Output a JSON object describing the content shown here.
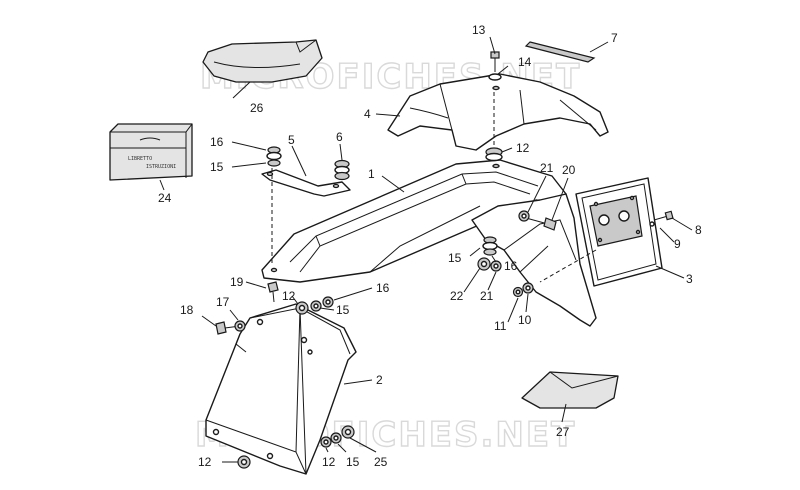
{
  "watermark": "MICROFICHES.NET",
  "manual_label_line1": "LIBRETTO",
  "manual_label_line2": "ISTRUZIONI",
  "callouts": [
    {
      "id": "c1",
      "text": "1"
    },
    {
      "id": "c2",
      "text": "2"
    },
    {
      "id": "c3",
      "text": "3"
    },
    {
      "id": "c4",
      "text": "4"
    },
    {
      "id": "c5",
      "text": "5"
    },
    {
      "id": "c6",
      "text": "6"
    },
    {
      "id": "c7",
      "text": "7"
    },
    {
      "id": "c8",
      "text": "8"
    },
    {
      "id": "c9",
      "text": "9"
    },
    {
      "id": "c10",
      "text": "10"
    },
    {
      "id": "c11",
      "text": "11"
    },
    {
      "id": "c12a",
      "text": "12"
    },
    {
      "id": "c12b",
      "text": "12"
    },
    {
      "id": "c12c",
      "text": "12"
    },
    {
      "id": "c12d",
      "text": "12"
    },
    {
      "id": "c13",
      "text": "13"
    },
    {
      "id": "c14",
      "text": "14"
    },
    {
      "id": "c15a",
      "text": "15"
    },
    {
      "id": "c15b",
      "text": "15"
    },
    {
      "id": "c15c",
      "text": "15"
    },
    {
      "id": "c15d",
      "text": "15"
    },
    {
      "id": "c16a",
      "text": "16"
    },
    {
      "id": "c16b",
      "text": "16"
    },
    {
      "id": "c16c",
      "text": "16"
    },
    {
      "id": "c17",
      "text": "17"
    },
    {
      "id": "c18",
      "text": "18"
    },
    {
      "id": "c19",
      "text": "19"
    },
    {
      "id": "c20",
      "text": "20"
    },
    {
      "id": "c21a",
      "text": "21"
    },
    {
      "id": "c21b",
      "text": "21"
    },
    {
      "id": "c22",
      "text": "22"
    },
    {
      "id": "c24",
      "text": "24"
    },
    {
      "id": "c25",
      "text": "25"
    },
    {
      "id": "c26",
      "text": "26"
    },
    {
      "id": "c27",
      "text": "27"
    }
  ]
}
